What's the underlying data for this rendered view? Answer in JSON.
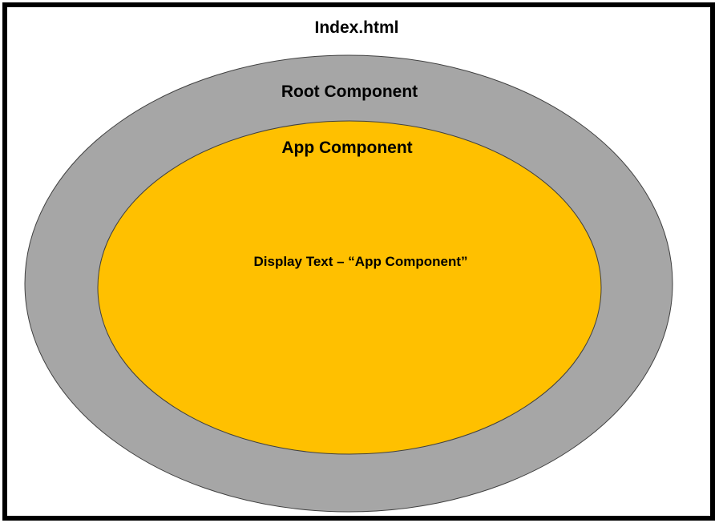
{
  "outer_label": "Index.html",
  "root_label": "Root Component",
  "app_label": "App Component",
  "display_label": "Display Text – “App Component”",
  "colors": {
    "root": "#a6a6a6",
    "app": "#ffc000",
    "border": "#000000"
  }
}
